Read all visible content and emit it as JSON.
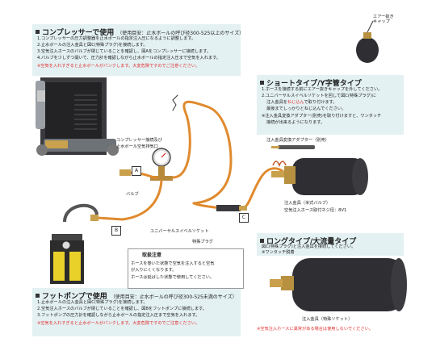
{
  "compressor": {
    "title": "コンプレッサーで使用",
    "subtitle": "（使用目安：止水ボールの呼び径300-525以上のサイズ）",
    "lines": [
      "1.コンプレッサーの圧力調整器を止水ボールの指定注入圧になるように調整します。",
      "2.止水ボールの注入金具と図C(特殊プラグ)を接続します。",
      "3.空気注入ホースのバルブが閉じていることを確認し、図Aをコンプレッサーに接続します。",
      "4.バルブを少しずつ開いて、圧力計を確認しながら止水ボールの指定注入圧まで空気を入れます。"
    ],
    "warning": "※空気を入れすぎると止水ボールがパンクします。大変危険ですのでご注意ください。"
  },
  "short_type": {
    "title": "ショートタイプ/Y字管タイプ",
    "lines": [
      "1.ホースを接続する前にエアー抜きキャップを外してください。",
      "2.ユニバーサルスイベルソケットを回して図C(特殊プラグ)に",
      "注入金具をねじ込んで取り付けます。",
      "最後までしっかりとねじ込んでください。",
      "※注入金具変換アダプター(別売)を取り付けますと、ワンタッチ",
      "接続が出来るようになります。"
    ],
    "highlight": "ねじ込ん",
    "adapter_label": "注入金具変換アダプター（別売）",
    "fitting_label": "注入金具（米式バルブ）",
    "thread_label": "空気注入ホース取付ネジ径：8V1"
  },
  "air_cap_label": "エアー抜き\nキャップ",
  "diagram": {
    "gauge_label_1": "コンプレッサー接続及び",
    "gauge_label_2": "止水ボール空気排気口",
    "valve_label": "バルブ",
    "swivel_label": "ユニバーサルスイベルソケット",
    "plug_label": "特殊プラグ",
    "tag_a": "A",
    "tag_b": "B",
    "tag_c": "C"
  },
  "long_type": {
    "title": "ロングタイプ/大流量タイプ",
    "lines": [
      "図C(特殊プラグ)と注入金具を接続してください。",
      "※ワンタッチ脱着"
    ],
    "fitting_label": "注入金具（特殊ソケット）"
  },
  "caution": {
    "title": "取扱注意",
    "lines": [
      "ホースを巻いた状態で空気を注入すると空気",
      "が入りにくくなります。",
      "ホースは延ばした状態で使用してください。"
    ]
  },
  "foot_pump": {
    "title": "フットポンプで使用",
    "subtitle": "（使用目安：止水ボールの呼び径300-525未満のサイズ）",
    "lines": [
      "1.止水ボールの注入金具と図C(特殊プラグ)を接続します。",
      "2.空気注入ホースのバルブが閉じていることを確認し、図Bをフットポンプに接続します。",
      "3.フットポンプの圧力計を確認しながら止水ボールの指定注入圧まで空気を入れます。"
    ],
    "warning": "※空気を入れすぎると止水ボールがパンクします。大変危険ですのでご注意ください。"
  },
  "bottom_warning": "※空気注入ホースに異常がある場合は使用しないでください。",
  "colors": {
    "panel": "#e4f1f3",
    "hose": "#e08a2e",
    "ball": "#2f2f33",
    "warning_red": "#e0302f",
    "pump_yellow": "#e9d12a"
  }
}
